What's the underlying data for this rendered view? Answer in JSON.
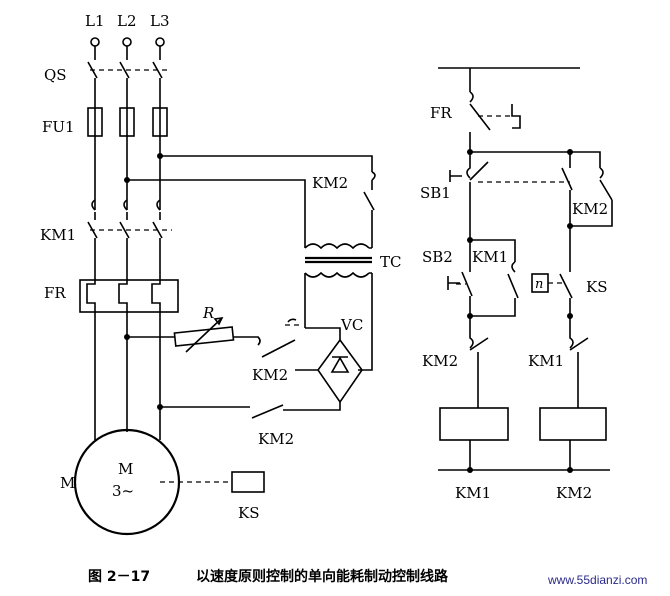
{
  "labels": {
    "L1": "L1",
    "L2": "L2",
    "L3": "L3",
    "QS": "QS",
    "FU1": "FU1",
    "KM1_main": "KM1",
    "FR_main": "FR",
    "M_side": "M",
    "motor_M": "M",
    "motor_phase": "3~",
    "KS_motor": "KS",
    "R": "R",
    "KM2_top": "KM2",
    "TC": "TC",
    "VC": "VC",
    "KM2_mid": "KM2",
    "KM2_bot": "KM2",
    "FR_ctrl": "FR",
    "SB1": "SB1",
    "KM2_hold": "KM2",
    "SB2": "SB2",
    "KM1_hold": "KM1",
    "n_symbol": "n",
    "KS_ctrl": "KS",
    "KM2_interlock": "KM2",
    "KM1_interlock": "KM1",
    "coil_KM1": "KM1",
    "coil_KM2": "KM2"
  },
  "caption": {
    "figure": "图 2－17",
    "title": "以速度原则控制的单向能耗制动控制线路"
  },
  "watermark": "www.55dianzi.com"
}
